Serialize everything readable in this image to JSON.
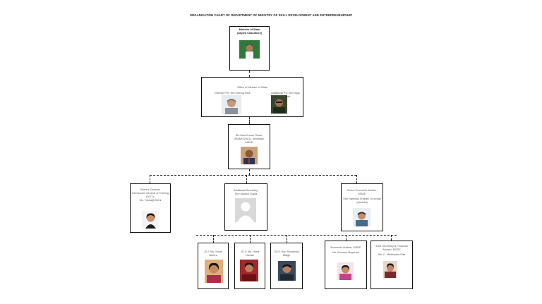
{
  "title": "ORGANISATION CHART OF DEPARTMENT OF MINISTRY OF SKILL DEVELOPMENT AND ENTREPRENEURSHIP",
  "minister": {
    "line1": "Minister of State",
    "line2": "(Jayant Chaudhary)"
  },
  "office": {
    "heading": "Office of Minister of State",
    "left": "Director+PS: Shri Tatung Padi",
    "right": "Additional PS: Shri Vijay Bhaskar"
  },
  "secretary": {
    "line1": "Shri Atul Kumar Tiwari,",
    "line2": "IAS(MH:2001), Secretary, MSDE"
  },
  "dg": {
    "line1": "Director General,",
    "line2": "Directorate General of Training",
    "line3": "(DGT),",
    "line4": "Ms. Trishaljit Sethi"
  },
  "as": {
    "line1": "Additional Secretary,",
    "line2": "Shri Manish Gupta"
  },
  "sea": {
    "line1": "Senior Economic Adviser, MSDE",
    "line2": "Shri Nilambuj Sharan/ Dr Indraji",
    "line3": "(Ashwini)"
  },
  "js1": {
    "line1": "JS-I: Ms. Sonal Mishra"
  },
  "js2": {
    "line1": "JS-II: Ms. Hena Usman"
  },
  "js3": {
    "line1": "JS-III: Shri Shivanshu",
    "line2": "Malge"
  },
  "ea": {
    "line1": "Economic Adviser, MSDE",
    "line2": "Ms. Archana Mayaram"
  },
  "jsfa": {
    "line1": "Joint Secretary & Financial",
    "line2": "Adviser, MSDE",
    "line3": "Ms. C. Madhavika Das"
  },
  "colors": {
    "line": "#222222",
    "border": "#111111",
    "placeholder": "#d9d9d9"
  }
}
